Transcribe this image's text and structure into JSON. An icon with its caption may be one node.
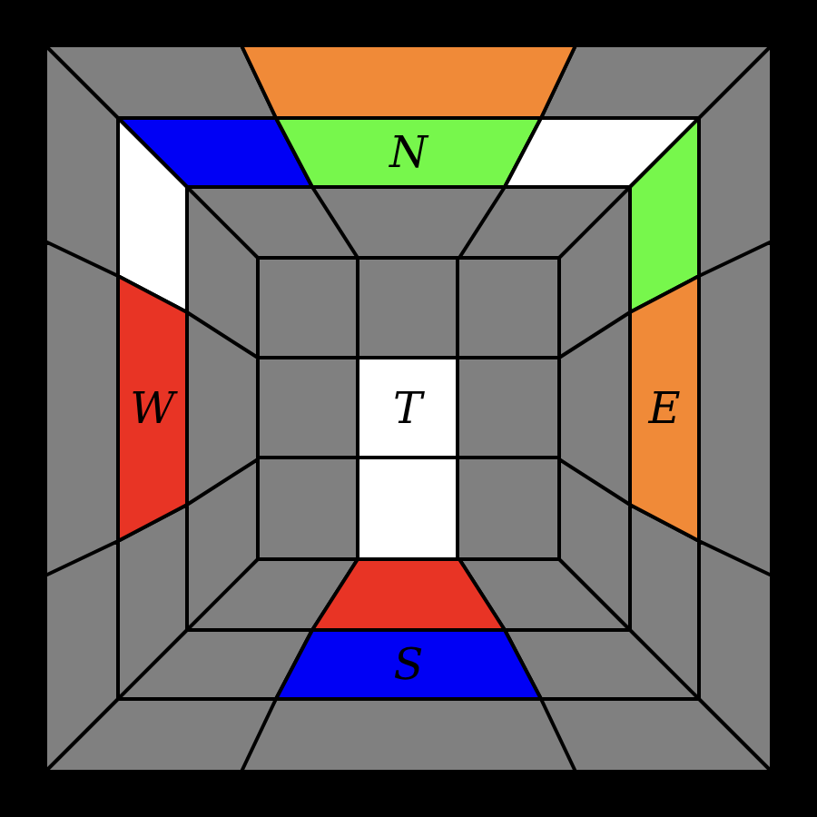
{
  "diagram": {
    "nodes": [
      {
        "text": [],
        "shape": "box"
      },
      {
        "text": [],
        "shape": "box"
      },
      {
        "text": [
          "N"
        ]
      },
      {
        "text": [],
        "shape": "box"
      },
      {
        "text": [],
        "shape": "box"
      },
      {
        "text": [],
        "shape": "box"
      },
      {
        "text": [
          "W"
        ]
      },
      {
        "text": [
          "T"
        ]
      },
      {
        "text": [
          "E"
        ]
      },
      {
        "text": [],
        "shape": "box"
      },
      {
        "text": [],
        "shape": "box"
      },
      {
        "text": [
          "S"
        ]
      }
    ]
  }
}
